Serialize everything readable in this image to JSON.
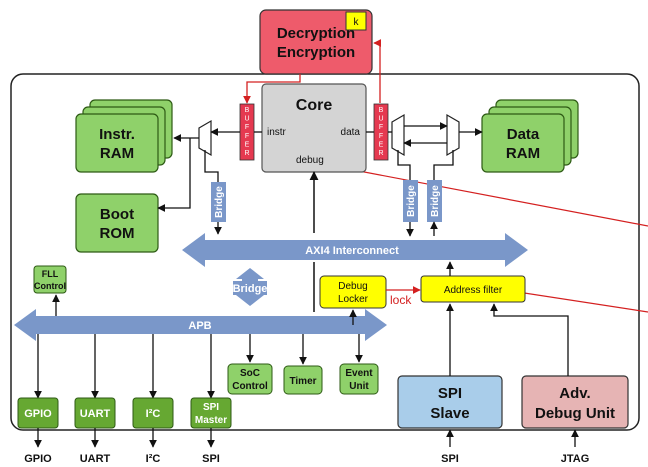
{
  "blocks": {
    "crypto": [
      "Decryption",
      "Encryption"
    ],
    "key": "k",
    "core": "Core",
    "core_instr": "instr",
    "core_data": "data",
    "core_debug": "debug",
    "buffer": "BUFFER",
    "instr_ram": [
      "Instr.",
      "RAM"
    ],
    "boot_rom": [
      "Boot",
      "ROM"
    ],
    "data_ram": [
      "Data",
      "RAM"
    ],
    "bridge": "Bridge",
    "axi": "AXI4 Interconnect",
    "apb": "APB",
    "debug_locker": [
      "Debug",
      "Locker"
    ],
    "lock": "lock",
    "address_filter": "Address filter",
    "fll": [
      "FLL",
      "Control"
    ],
    "soc_control": [
      "SoC",
      "Control"
    ],
    "timer": "Timer",
    "event_unit": [
      "Event",
      "Unit"
    ],
    "spi_slave": [
      "SPI",
      "Slave"
    ],
    "adv_debug": [
      "Adv.",
      "Debug Unit"
    ],
    "gpio": "GPIO",
    "uart": "UART",
    "i2c": "I²C",
    "spi_master": [
      "SPI",
      "Master"
    ]
  },
  "bottom_labels": {
    "gpio": "GPIO",
    "uart": "UART",
    "i2c": "I²C",
    "spi_left": "SPI",
    "spi_right": "SPI",
    "jtag": "JTAG"
  },
  "colors": {
    "green": "#8fd16a",
    "green_dark": "#4f8e2c",
    "periph_green": "#66a832",
    "bus_blue": "#7a97c9",
    "core_gray": "#d4d4d4",
    "crypto_red": "#ee5b6b",
    "buffer_red": "#e53950",
    "yellow": "#ffff00",
    "spi_blue": "#a9cdea",
    "debug_pink": "#e6b4b4",
    "wire_red": "#d42020"
  }
}
